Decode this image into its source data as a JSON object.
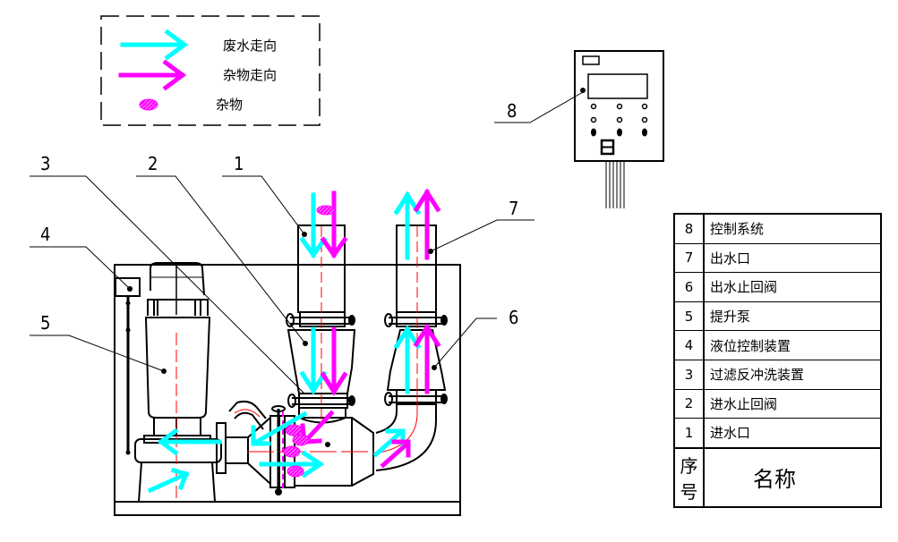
{
  "legend": {
    "items": [
      {
        "label": "废水走向",
        "color": "#00ffff",
        "type": "arrow"
      },
      {
        "label": "杂物走向",
        "color": "#ff00ff",
        "type": "arrow"
      },
      {
        "label": "杂物",
        "color": "#ff00ff",
        "type": "debris"
      }
    ]
  },
  "colors": {
    "wastewater": "#00ffff",
    "debris": "#ff00ff",
    "centerline": "#ff0000",
    "outline": "#000000"
  },
  "callouts": [
    "1",
    "2",
    "3",
    "4",
    "5",
    "6",
    "7",
    "8"
  ],
  "parts_table": {
    "header": {
      "no": "序号",
      "name": "名称"
    },
    "rows": [
      {
        "no": "8",
        "name": "控制系统"
      },
      {
        "no": "7",
        "name": "出水口"
      },
      {
        "no": "6",
        "name": "出水止回阀"
      },
      {
        "no": "5",
        "name": "提升泵"
      },
      {
        "no": "4",
        "name": "液位控制装置"
      },
      {
        "no": "3",
        "name": "过滤反冲洗装置"
      },
      {
        "no": "2",
        "name": "进水止回阀"
      },
      {
        "no": "1",
        "name": "进水口"
      }
    ]
  }
}
